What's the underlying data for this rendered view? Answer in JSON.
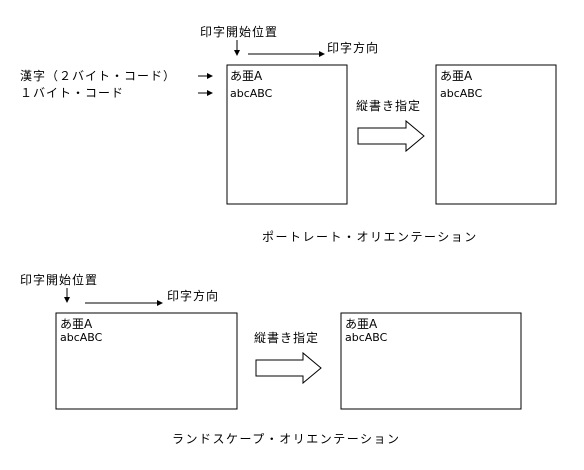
{
  "portrait": {
    "start_label": "印字開始位置",
    "direction_label": "印字方向",
    "kanji_label": "漢字（２バイト・コード）",
    "onebyte_label": "１バイト・コード",
    "box_line1": "あ亜A",
    "box_line2": "abcABC",
    "vertical_label": "縦書き指定",
    "result_line1": "あ亜A",
    "result_line2": "abcABC",
    "caption": "ポートレート・オリエンテーション"
  },
  "landscape": {
    "start_label": "印字開始位置",
    "direction_label": "印字方向",
    "box_line1": "あ亜A",
    "box_line2": "abcABC",
    "vertical_label": "縦書き指定",
    "result_line1": "あ亜A",
    "result_line2": "abcABC",
    "caption": "ランドスケープ・オリエンテーション"
  }
}
